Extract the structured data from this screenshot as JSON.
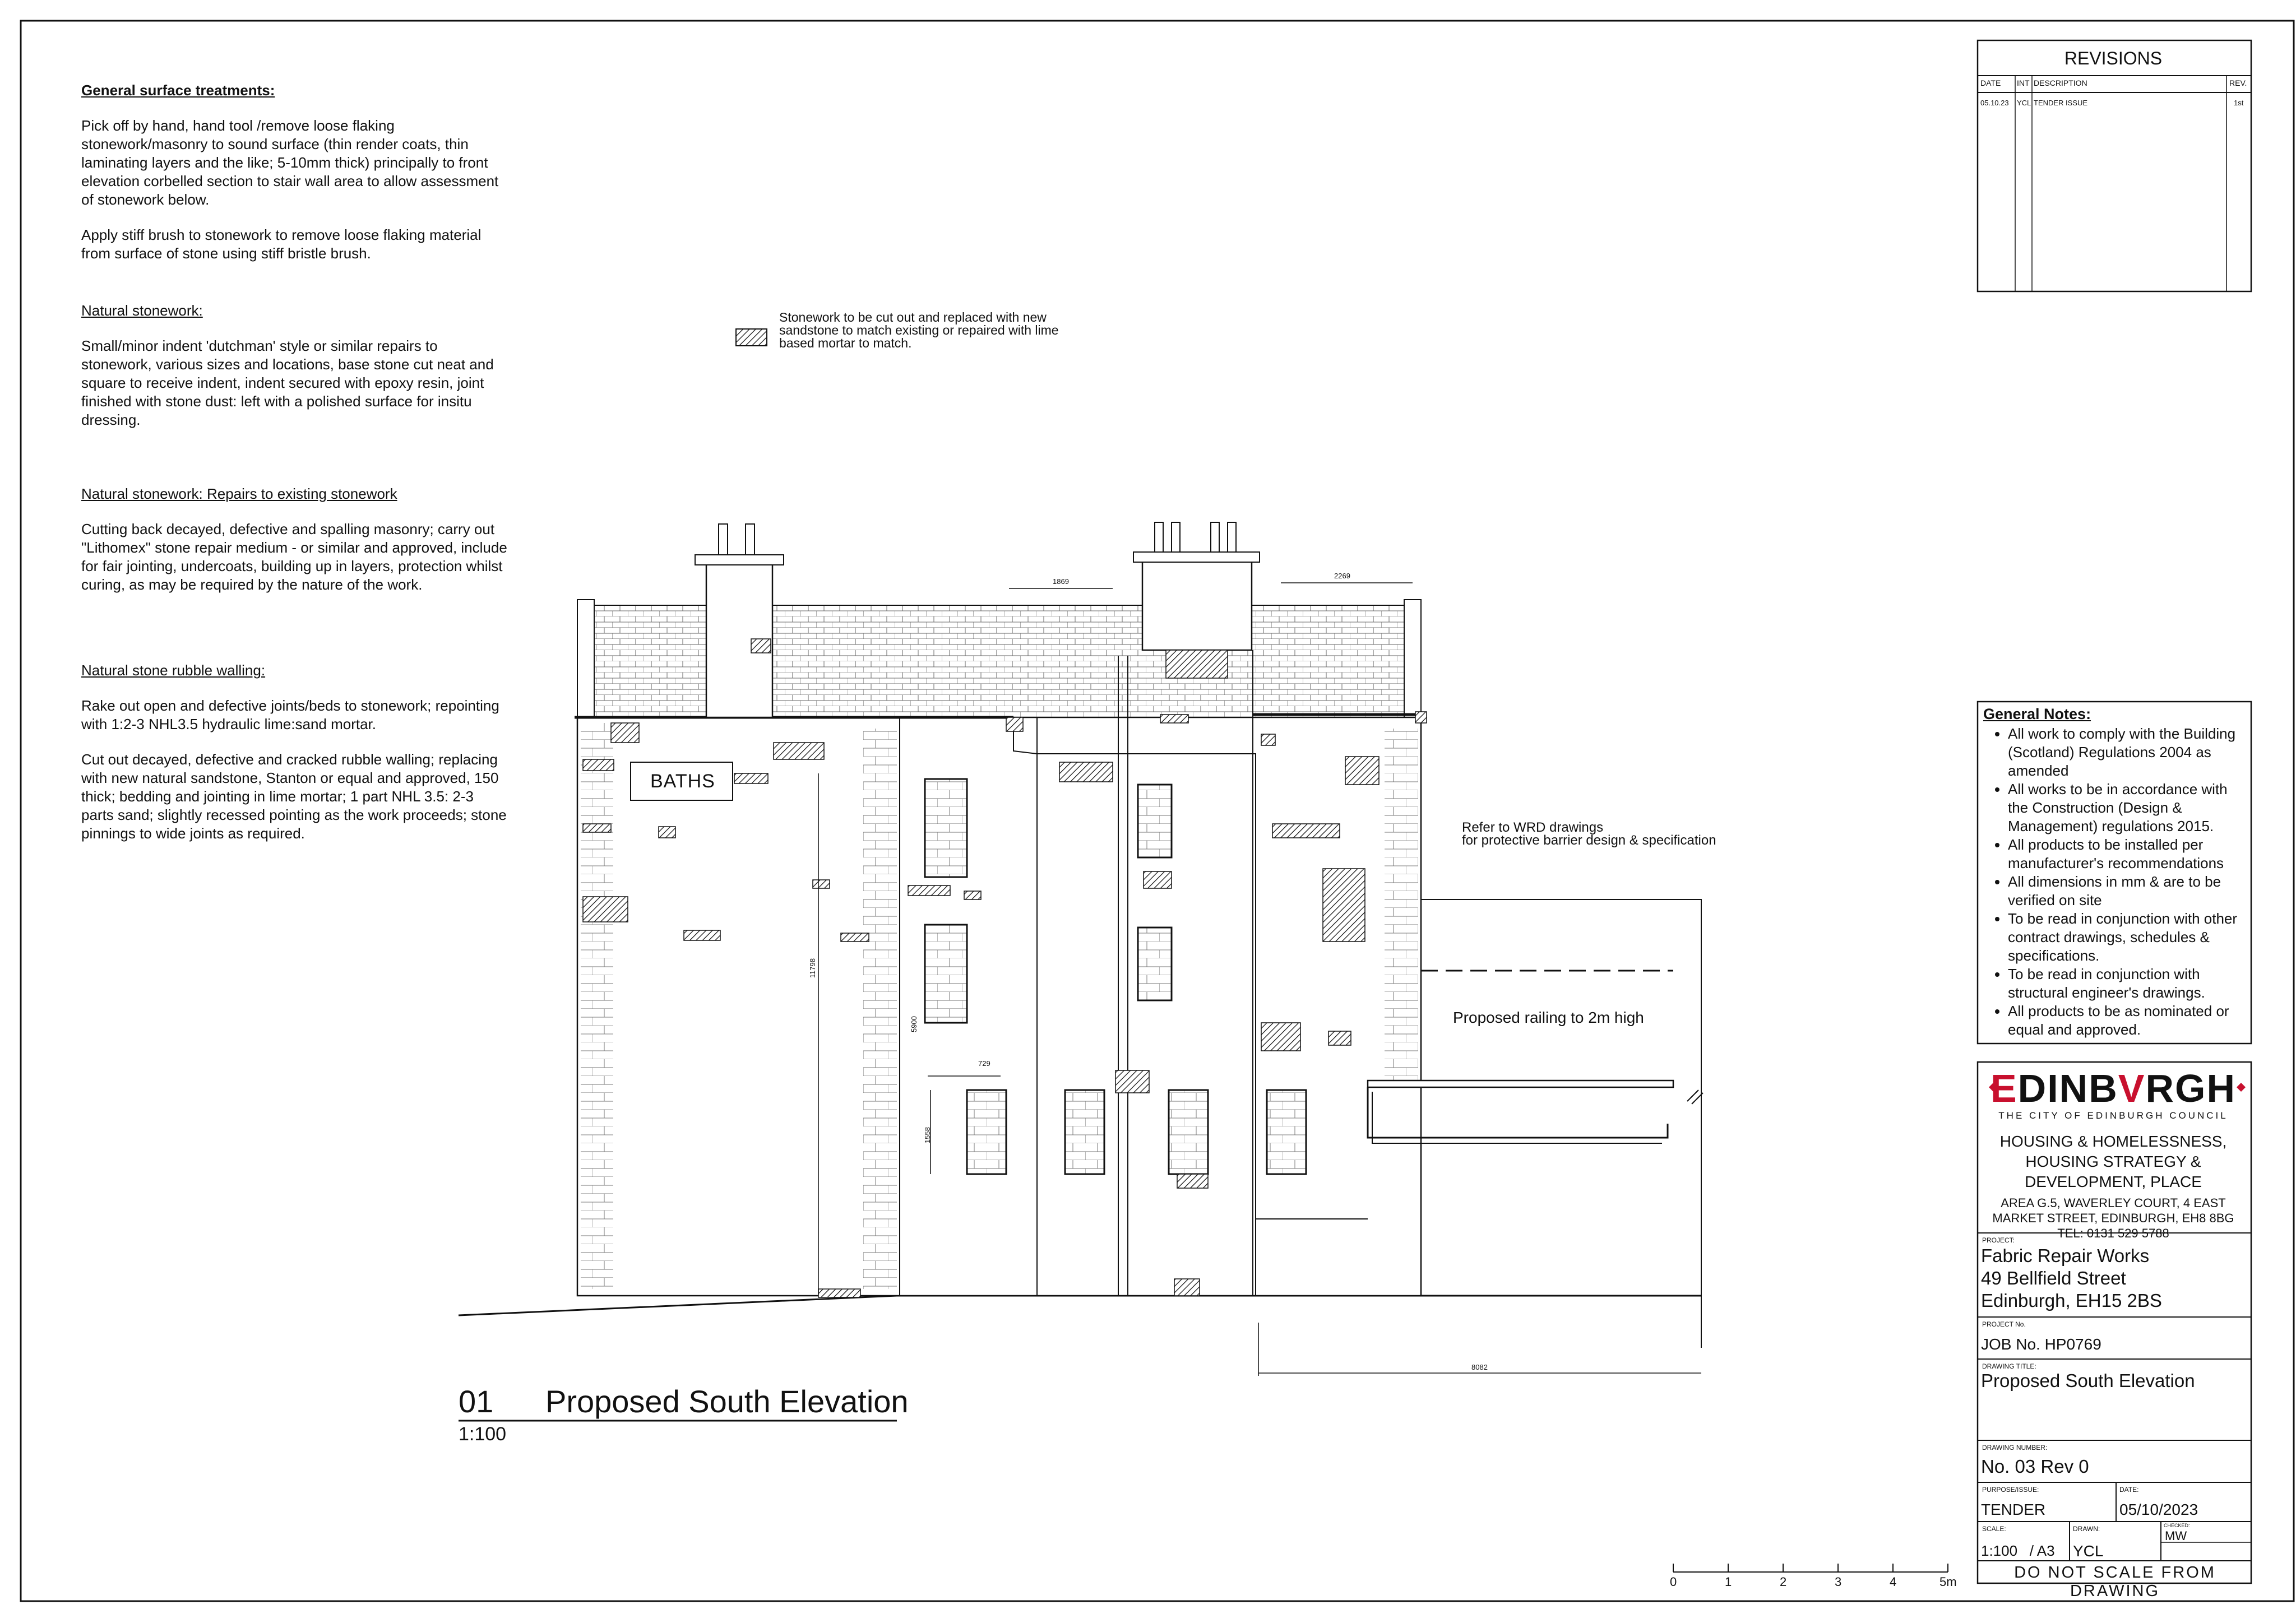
{
  "notes": {
    "surface_title": "General surface treatments:",
    "surface_p1": "Pick off by hand, hand tool /remove loose flaking stonework/masonry to sound surface (thin render coats, thin laminating layers and the like; 5-10mm thick) principally to front elevation corbelled section to stair wall area to allow assessment of stonework below.",
    "surface_p2": "Apply stiff brush to stonework to remove loose flaking material from surface of stone using stiff bristle brush.",
    "natural_title": "Natural stonework:",
    "natural_p1": "Small/minor indent 'dutchman' style or similar repairs to stonework, various sizes and locations, base stone cut neat and square to receive indent, indent secured with epoxy resin, joint finished with stone dust: left with a polished surface for insitu dressing.",
    "repairs_title": "Natural stonework: Repairs to existing stonework",
    "repairs_p1": "Cutting back decayed, defective and spalling masonry; carry out \"Lithomex\" stone repair medium - or similar and approved, include for fair jointing, undercoats, building up in layers, protection whilst curing, as may be required by the nature of the work.",
    "rubble_title": "Natural stone rubble walling:",
    "rubble_p1": "Rake out open and defective joints/beds to stonework; repointing with 1:2-3 NHL3.5 hydraulic lime:sand mortar.",
    "rubble_p2": "Cut out decayed, defective and cracked rubble walling; replacing with new natural sandstone, Stanton or equal and approved, 150 thick; bedding and jointing in lime mortar; 1 part NHL 3.5: 2-3 parts sand; slightly recessed pointing as the work proceeds; stone pinnings to wide joints as required."
  },
  "legend": "Stonework to be cut out and replaced with new sandstone to match existing or repaired with lime based mortar to match.",
  "drawing": {
    "number": "01",
    "title": "Proposed South Elevation",
    "scale": "1:100",
    "baths_sign": "BATHS",
    "wrd_note_1": "Refer to WRD drawings",
    "wrd_note_2": "for protective barrier design & specification",
    "railing_note": "Proposed railing to 2m  high",
    "dims": {
      "d1869": "1869",
      "d2269": "2269",
      "d11798": "11798",
      "d5900": "5900",
      "d729": "729",
      "d1558": "1558",
      "d8082": "8082"
    }
  },
  "revisions": {
    "title": "REVISIONS",
    "headers": {
      "date": "DATE",
      "int": "INT",
      "description": "DESCRIPTION",
      "rev": "REV."
    },
    "rows": [
      {
        "date": "05.10.23",
        "int": "YCL",
        "description": "TENDER ISSUE",
        "rev": "1st"
      }
    ]
  },
  "general_notes": {
    "title": "General Notes:",
    "items": [
      "All work to comply with the Building (Scotland) Regulations 2004 as amended",
      "All works to be in accordance with the Construction (Design & Management) regulations 2015.",
      "All products to be installed per manufacturer's recommendations",
      "All dimensions in mm & are to be verified on site",
      "To be read in conjunction with other contract drawings, schedules & specifications.",
      "To be read in conjunction with structural engineer's drawings.",
      "All products to be as nominated or equal and approved."
    ]
  },
  "title_block": {
    "logo_pre": "",
    "logo_e": "E",
    "logo_mid": "DINB",
    "logo_v": "V",
    "logo_post": "RGH",
    "logo_sub": "THE CITY OF EDINBURGH COUNCIL",
    "dept_1": "HOUSING & HOMELESSNESS,",
    "dept_2": "HOUSING STRATEGY &",
    "dept_3": "DEVELOPMENT, PLACE",
    "addr_1": "AREA G.5, WAVERLEY COURT, 4 EAST",
    "addr_2": "MARKET STREET, EDINBURGH, EH8 8BG",
    "addr_3": "TEL: 0131 529 5788",
    "project_label": "PROJECT:",
    "project_1": "Fabric Repair Works",
    "project_2": "49 Bellfield Street",
    "project_3": "Edinburgh, EH15 2BS",
    "project_no_label": "PROJECT No.",
    "project_no": "JOB No. HP0769",
    "drawing_title_label": "DRAWING TITLE:",
    "drawing_title": "Proposed South Elevation",
    "drawing_number_label": "DRAWING NUMBER:",
    "drawing_number": "No. 03 Rev 0",
    "purpose_label": "PURPOSE/ISSUE:",
    "purpose": "TENDER",
    "date_label": "DATE:",
    "date": "05/10/2023",
    "scale_label": "SCALE:",
    "scale": "1:100   / A3",
    "drawn_label": "DRAWN:",
    "drawn": "YCL",
    "checked_label": "CHECKED:",
    "checked": "MW",
    "dns": "DO NOT SCALE FROM DRAWING"
  },
  "scale_bar": {
    "labels": [
      "0",
      "1",
      "2",
      "3",
      "4",
      "5m"
    ]
  }
}
